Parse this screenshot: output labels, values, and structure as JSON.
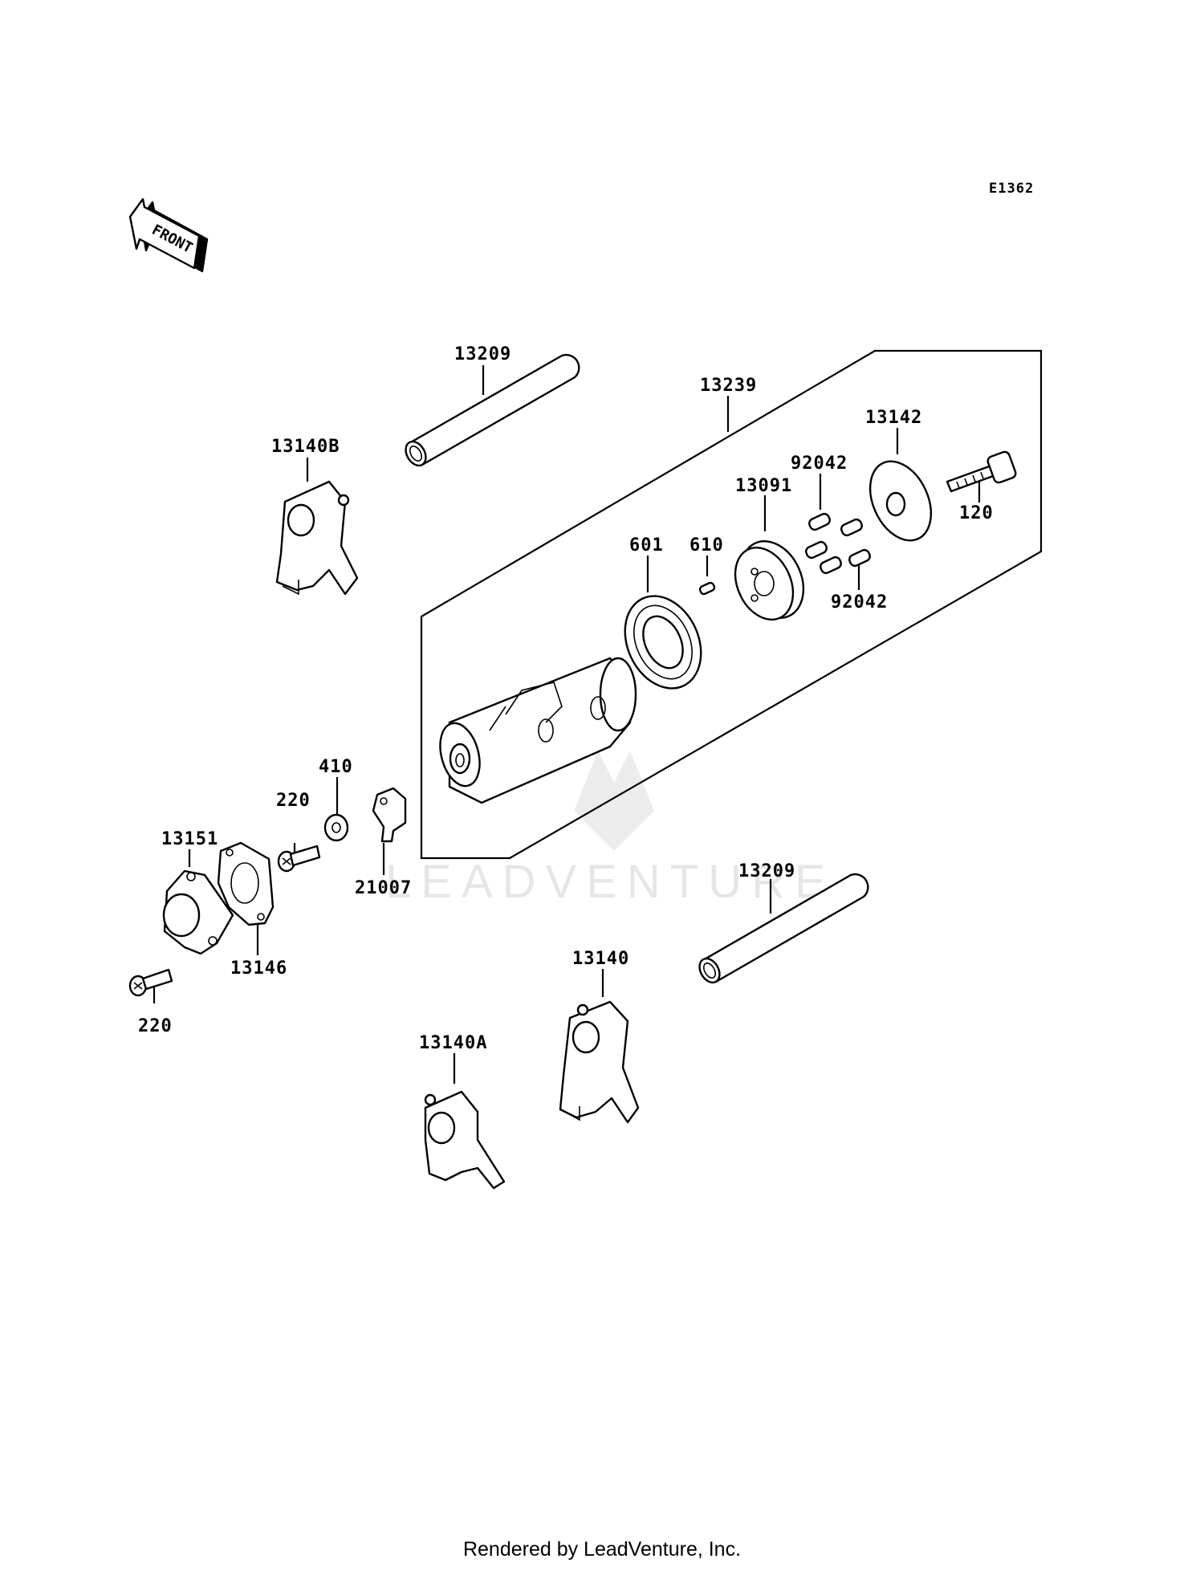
{
  "diagram_code": "E1362",
  "front_arrow_text": "FRONT",
  "watermark": "LEADVENTURE",
  "footer": "Rendered by LeadVenture, Inc.",
  "parts": {
    "shift_rod_top": "13209",
    "shift_rod_right": "13209",
    "shift_drum_assy": "13239",
    "fork_b": "13140B",
    "fork": "13140",
    "fork_a": "13140A",
    "bearing": "601",
    "pin": "610",
    "drum_cam": "13091",
    "pins_upper": "92042",
    "pins_lower": "92042",
    "plate": "13142",
    "bolt_right": "120",
    "holder": "13151",
    "gasket": "13146",
    "bolt_mid": "220",
    "bolt_left": "220",
    "washer": "410",
    "stopper": "21007"
  }
}
